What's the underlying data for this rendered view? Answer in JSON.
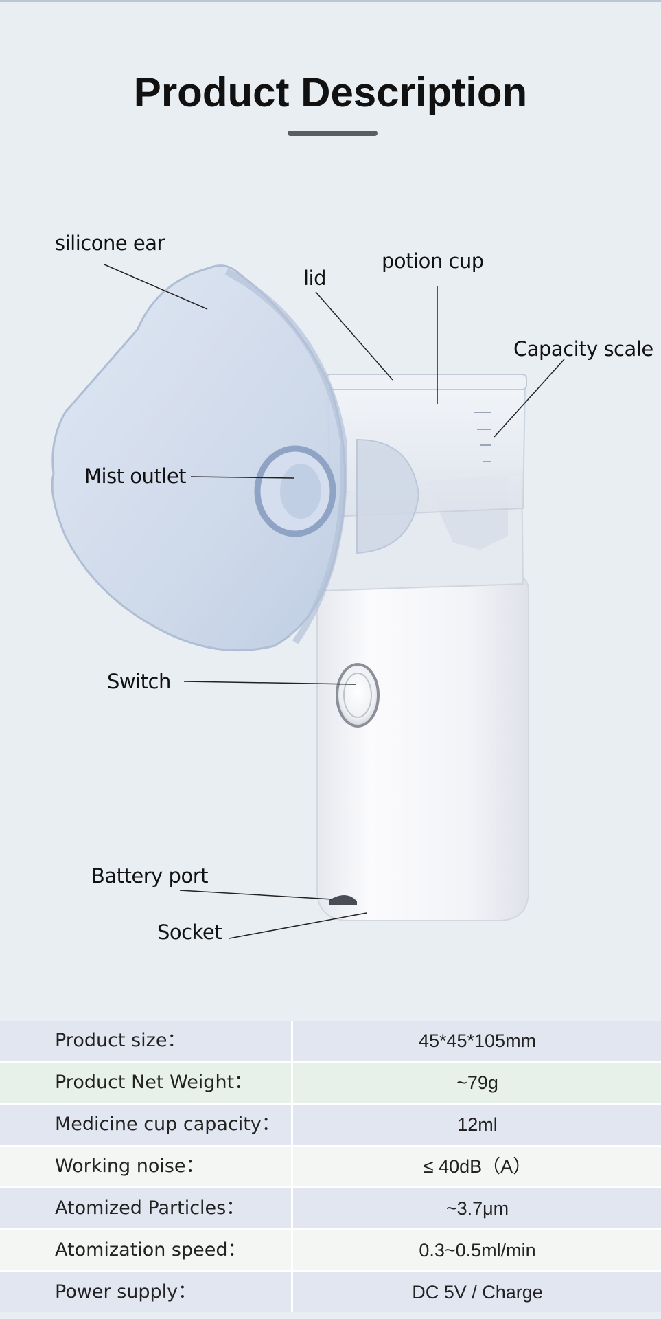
{
  "header": {
    "title": "Product Description"
  },
  "callouts": {
    "silicone_ear": "silicone ear",
    "lid": "lid",
    "potion_cup": "potion cup",
    "capacity_scale": "Capacity scale",
    "mist_outlet": "Mist outlet",
    "switch": "Switch",
    "battery_port": "Battery port",
    "socket": "Socket"
  },
  "specs": [
    {
      "label": "Product size：",
      "value": "45*45*105mm"
    },
    {
      "label": "Product Net Weight：",
      "value": "~79g"
    },
    {
      "label": "Medicine cup capacity：",
      "value": "12ml"
    },
    {
      "label": "Working noise：",
      "value": "≤ 40dB（A）"
    },
    {
      "label": "Atomized Particles：",
      "value": "~3.7μm"
    },
    {
      "label": "Atomization speed：",
      "value": "0.3~0.5ml/min"
    },
    {
      "label": "Power supply：",
      "value": "DC 5V  / Charge"
    }
  ],
  "colors": {
    "row_blue": "#e2e6f1",
    "row_green": "#e8f0ea",
    "row_white": "#f4f6f3",
    "background": "#e9eef3"
  }
}
